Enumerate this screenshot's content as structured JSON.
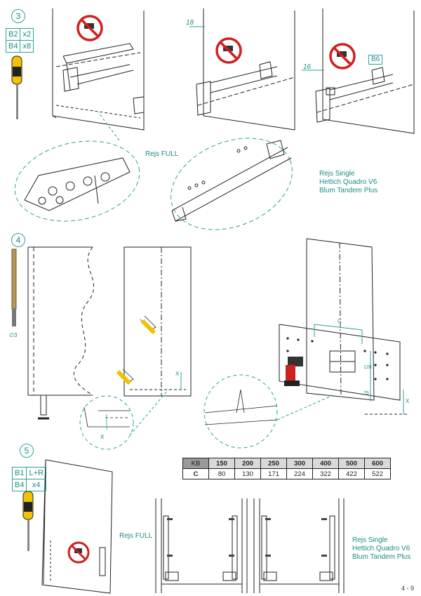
{
  "steps": {
    "s3": "3",
    "s4": "4",
    "s5": "5"
  },
  "parts_step3": [
    [
      "B2",
      "x2"
    ],
    [
      "B4",
      "x8"
    ]
  ],
  "parts_step5": [
    [
      "B1",
      "L+R"
    ],
    [
      "B4",
      "x4"
    ]
  ],
  "dims": {
    "d18": "18",
    "d16": "16",
    "b6": "B6",
    "c": "C",
    "d128": "128",
    "d75": "75",
    "x": "X",
    "drill": "∅3"
  },
  "labels": {
    "rejs_full": "Rejs FULL",
    "rejs_single_lines": [
      "Rejs Single",
      "Hettich Quadro V6",
      "Blum Tandem Plus"
    ]
  },
  "table": {
    "header": [
      "KB",
      "150",
      "200",
      "250",
      "300",
      "400",
      "500",
      "600"
    ],
    "row": [
      "C",
      "80",
      "130",
      "171",
      "224",
      "322",
      "422",
      "522"
    ]
  },
  "page_number": "4 - 9",
  "colors": {
    "teal": "#2aa39a",
    "red": "#d0201f",
    "yellow": "#f2c200"
  }
}
